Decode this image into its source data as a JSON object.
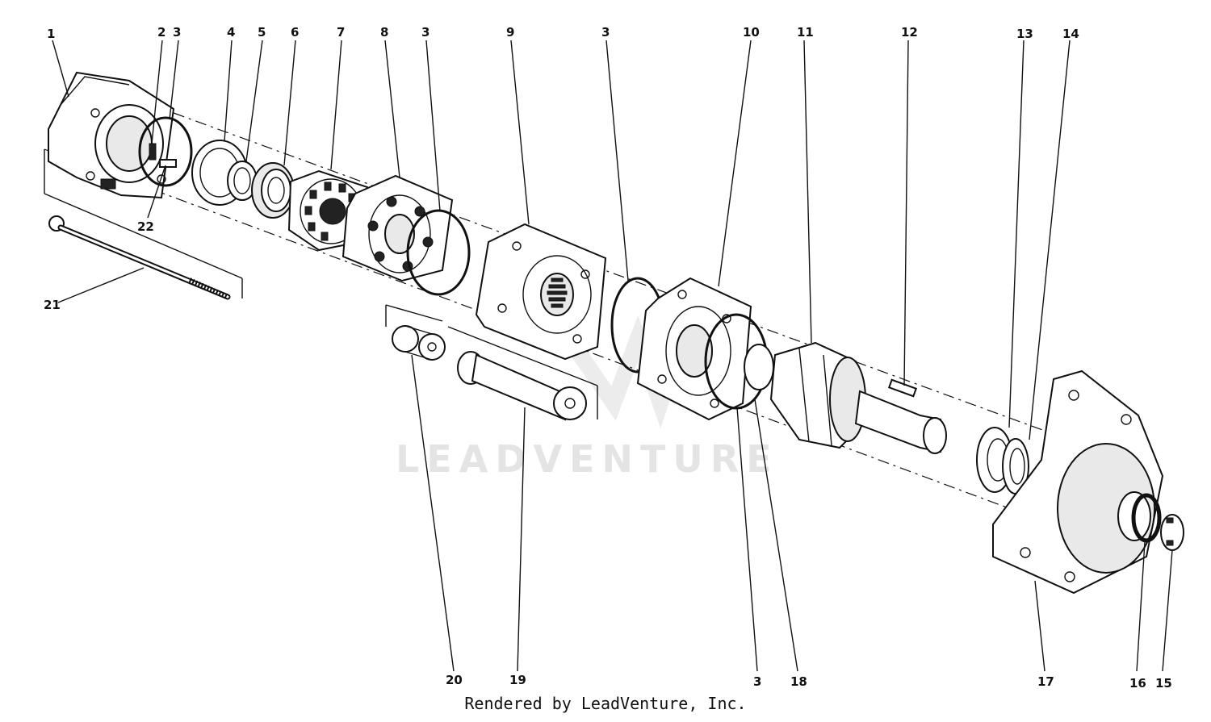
{
  "diagram": {
    "callouts": [
      "1",
      "2",
      "3",
      "4",
      "5",
      "6",
      "7",
      "8",
      "3",
      "9",
      "3",
      "10",
      "11",
      "12",
      "13",
      "14",
      "22",
      "21",
      "20",
      "19",
      "3",
      "18",
      "17",
      "16",
      "15"
    ],
    "watermark": "LEADVENTURE"
  },
  "footer": {
    "text": "Rendered by LeadVenture, Inc."
  }
}
